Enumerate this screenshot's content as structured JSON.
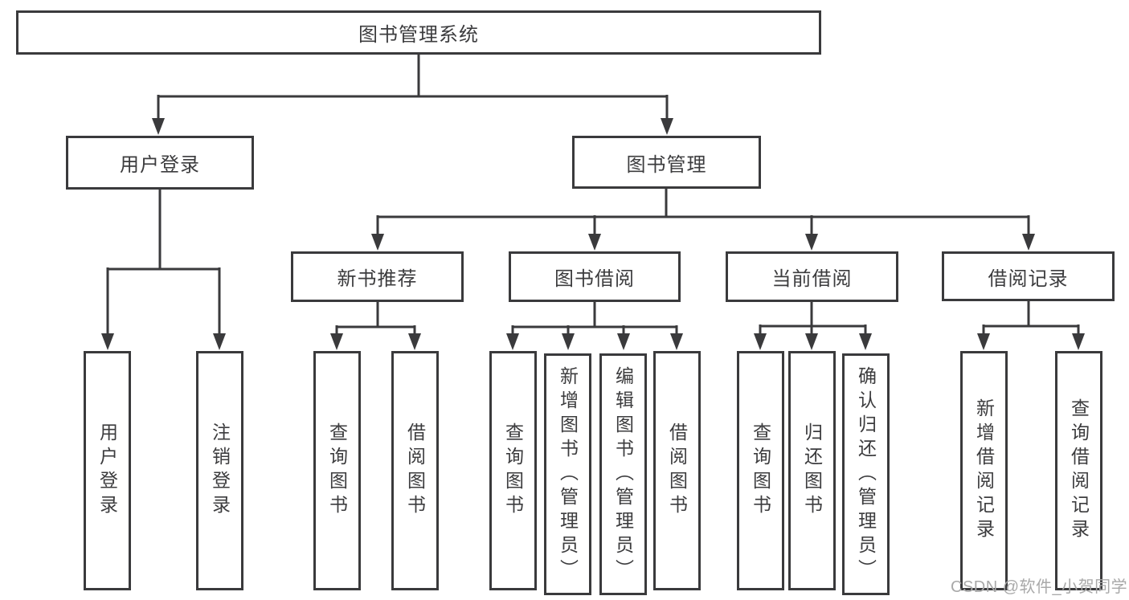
{
  "diagram": {
    "root": "图书管理系统",
    "level2": [
      "用户登录",
      "图书管理"
    ],
    "level3": [
      "新书推荐",
      "图书借阅",
      "当前借阅",
      "借阅记录"
    ],
    "leaves_user_login": [
      "用户登录",
      "注销登录"
    ],
    "leaves_new_books": [
      "查询图书",
      "借阅图书"
    ],
    "leaves_borrowing": [
      "查询图书",
      "新增图书（管理员）",
      "编辑图书（管理员）",
      "借阅图书"
    ],
    "leaves_current": [
      "查询图书",
      "归还图书",
      "确认归还（管理员）"
    ],
    "leaves_records": [
      "新增借阅记录",
      "查询借阅记录"
    ]
  },
  "watermark": "CSDN @软件_小贺同学",
  "colors": {
    "line": "#3a3a3c",
    "text": "#3c3c3e",
    "watermark": "#a9a9a9",
    "background": "#ffffff"
  }
}
